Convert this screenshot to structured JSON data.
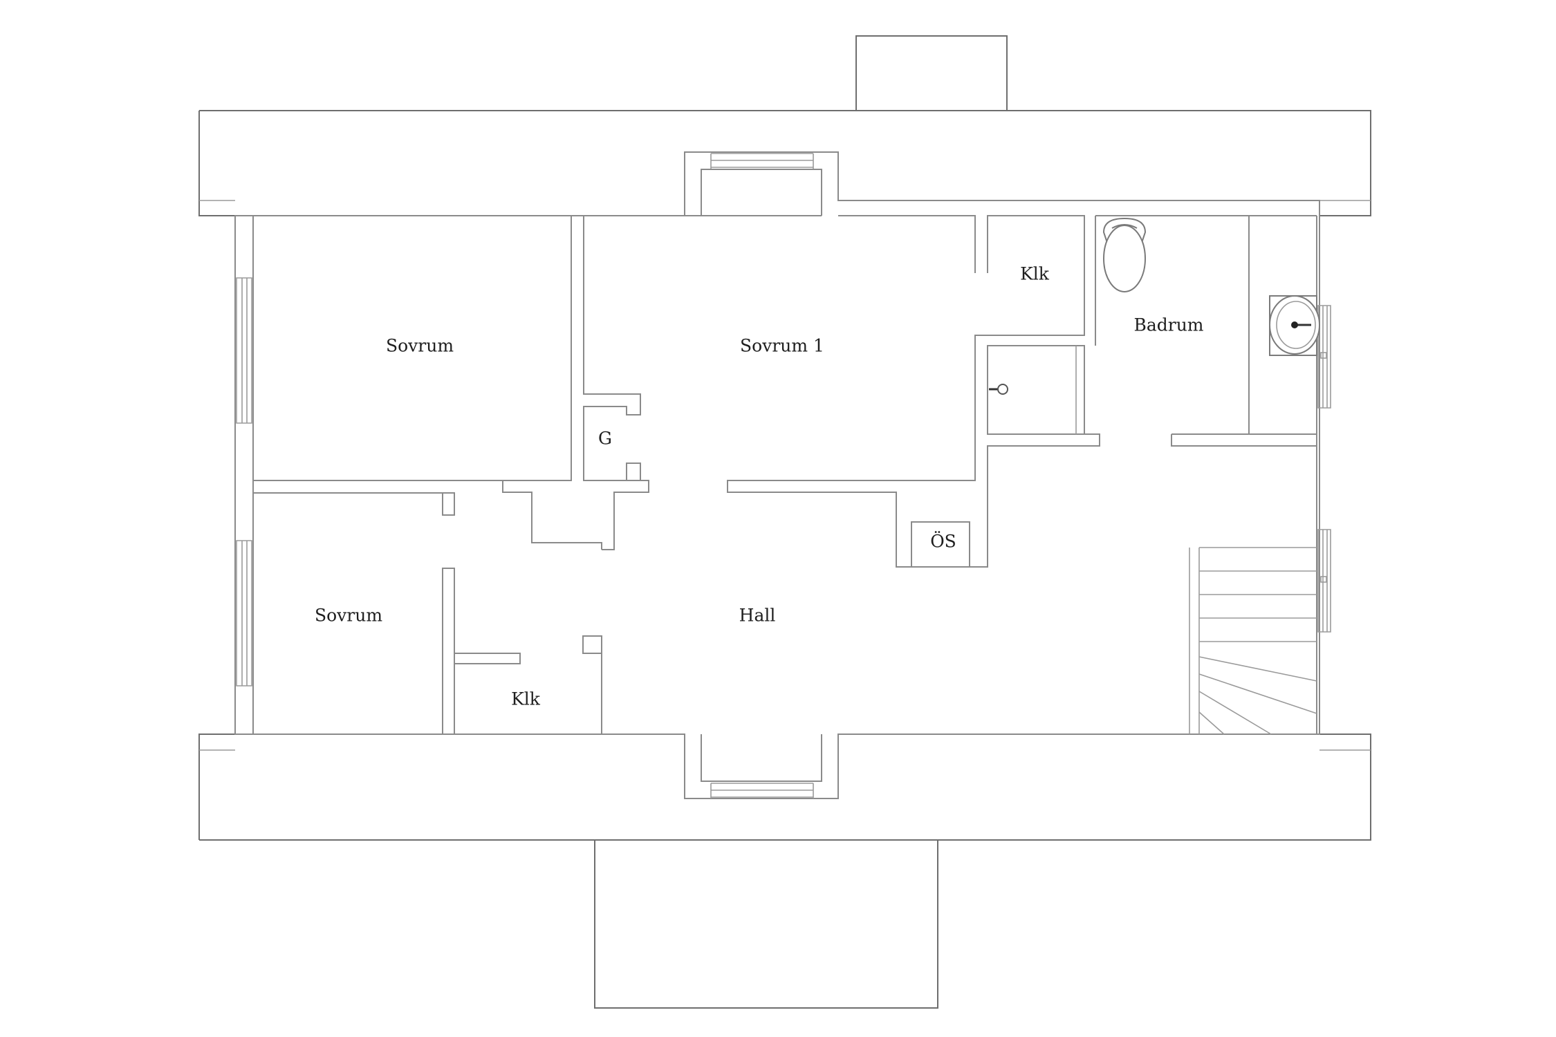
{
  "rooms": {
    "sovrum_top": "Sovrum",
    "sovrum_1": "Sovrum 1",
    "klk_top": "Klk",
    "badrum": "Badrum",
    "g": "G",
    "sovrum_bottom": "Sovrum",
    "os": "ÖS",
    "hall": "Hall",
    "klk_bottom": "Klk"
  },
  "icons": {
    "toilet": "toilet-icon",
    "sink": "sink-icon",
    "tap": "tap-icon",
    "stairs": "staircase-icon"
  }
}
